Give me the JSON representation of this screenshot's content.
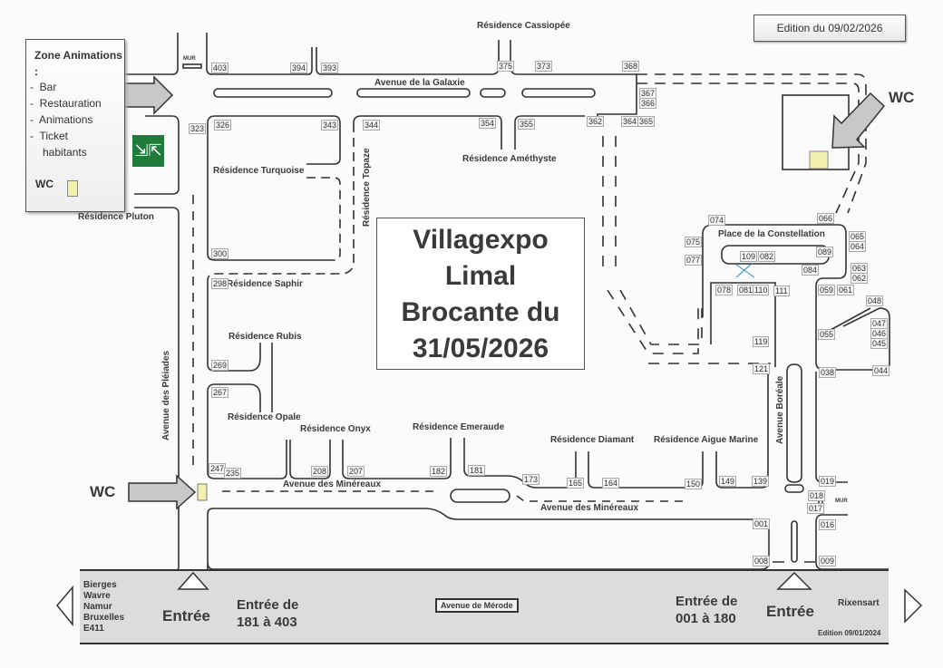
{
  "edition_top": "Edition du 09/02/2026",
  "edition_bottom": "Edition 09/01/2024",
  "title_lines": [
    "Villagexpo",
    "Limal",
    "Brocante du",
    "31/05/2026"
  ],
  "zone": {
    "title": "Zone Animations :",
    "items": [
      "Bar",
      "Restauration",
      "Animations",
      "Ticket habitants"
    ],
    "wc": "WC"
  },
  "wc_labels": [
    "WC",
    "WC"
  ],
  "mur": "MUR",
  "streets": {
    "galaxie": "Avenue de la Galaxie",
    "pleiades": "Avenue des Pléiades",
    "mineraux1": "Avenue des Minéreaux",
    "mineraux2": "Avenue des Minéreaux",
    "boreale": "Avenue Boréale",
    "merode": "Avenue de Mérode",
    "constellation": "Place de la Constellation"
  },
  "residences": {
    "cassiopee": "Résidence Cassiopée",
    "turquoise": "Résidence Turquoise",
    "topaze": "Résidence Topaze",
    "amethyste": "Résidence Améthyste",
    "pluton": "Résidence Pluton",
    "saphir": "Résidence Saphir",
    "rubis": "Résidence Rubis",
    "opale": "Résidence Opale",
    "onyx": "Résidence Onyx",
    "emeraude": "Résidence Emeraude",
    "diamant": "Résidence Diamant",
    "aigue_marine": "Résidence Aigue Marine"
  },
  "entrances": {
    "left_label": "Entrée",
    "left_range": "Entrée de 181 à 403",
    "right_label": "Entrée",
    "right_range": "Entrée de 001 à 180"
  },
  "directions_left": [
    "Bierges",
    "Wavre",
    "Namur",
    "Bruxelles",
    "E411"
  ],
  "directions_right": "Rixensart",
  "house_numbers": [
    "403",
    "394",
    "393",
    "375",
    "373",
    "368",
    "367",
    "366",
    "362",
    "364",
    "365",
    "354",
    "355",
    "323",
    "326",
    "343",
    "344",
    "300",
    "298",
    "269",
    "267",
    "247",
    "235",
    "208",
    "207",
    "182",
    "181",
    "173",
    "165",
    "164",
    "150",
    "149",
    "139",
    "121",
    "119",
    "074",
    "066",
    "075",
    "077",
    "065",
    "064",
    "089",
    "109",
    "082",
    "084",
    "063",
    "062",
    "078",
    "081",
    "110",
    "111",
    "059",
    "061",
    "048",
    "047",
    "046",
    "045",
    "055",
    "038",
    "044",
    "019",
    "018",
    "017",
    "016",
    "001",
    "008",
    "009"
  ],
  "colors": {
    "band": "#dcdcdc",
    "arrow": "#c8c8c8",
    "safety_green": "#1e7b3a",
    "wc_yellow": "#f3f0b0",
    "link_blue": "#2a8ad8"
  }
}
